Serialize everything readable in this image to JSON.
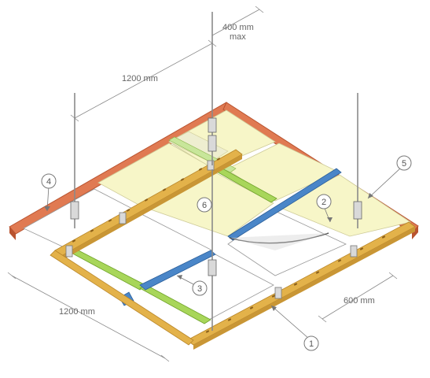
{
  "diagram": {
    "dimensions": {
      "top_span": "1200 mm",
      "left_span": "1200 mm",
      "right_span": "600 mm",
      "hanger_spacing_line1": "400 mm",
      "hanger_spacing_line2": "max"
    },
    "callouts": [
      "1",
      "2",
      "3",
      "4",
      "5",
      "6"
    ],
    "colors": {
      "wall_angle": "#e07a52",
      "wall_angle_dark": "#b9532f",
      "main_runner": "#e3b24a",
      "main_runner_dark": "#b8862a",
      "cross_tee_green": "#a8d65a",
      "cross_tee_blue": "#4a86c8",
      "tile": "#f7f6c8",
      "rod": "#8a8a8a"
    }
  }
}
